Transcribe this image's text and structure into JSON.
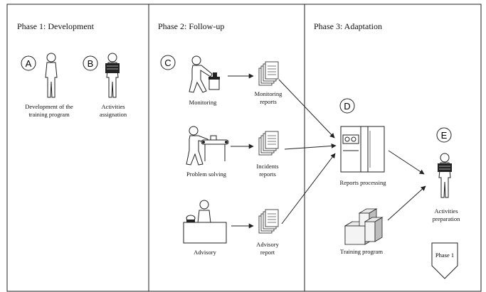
{
  "phases": [
    {
      "title": "Phase 1: Development"
    },
    {
      "title": "Phase 2: Follow-up"
    },
    {
      "title": "Phase 3: Adaptation"
    }
  ],
  "markers": {
    "a": "A",
    "b": "B",
    "c": "C",
    "d": "D",
    "e": "E"
  },
  "labels": {
    "development": "Development of the\ntraining program",
    "activities_assignation": "Activities\nassignation",
    "monitoring": "Monitoring",
    "monitoring_reports": "Monitoring\nreports",
    "problem_solving": "Problem solving",
    "incidents_reports": "Incidents\nreports",
    "advisory": "Advisory",
    "advisory_report": "Advisory\nreport",
    "reports_processing": "Reports processing",
    "training_program": "Training program",
    "activities_preparation": "Activities\npreparation",
    "phase1_return": "Phase 1"
  },
  "icons": [
    "person-icon",
    "person-holding-document-icon",
    "person-at-bin-icon",
    "person-at-conveyor-icon",
    "person-at-desk-icon",
    "document-stack-icon",
    "server-cabinet-icon",
    "block-stack-icon",
    "pentagon-arrow-icon"
  ]
}
